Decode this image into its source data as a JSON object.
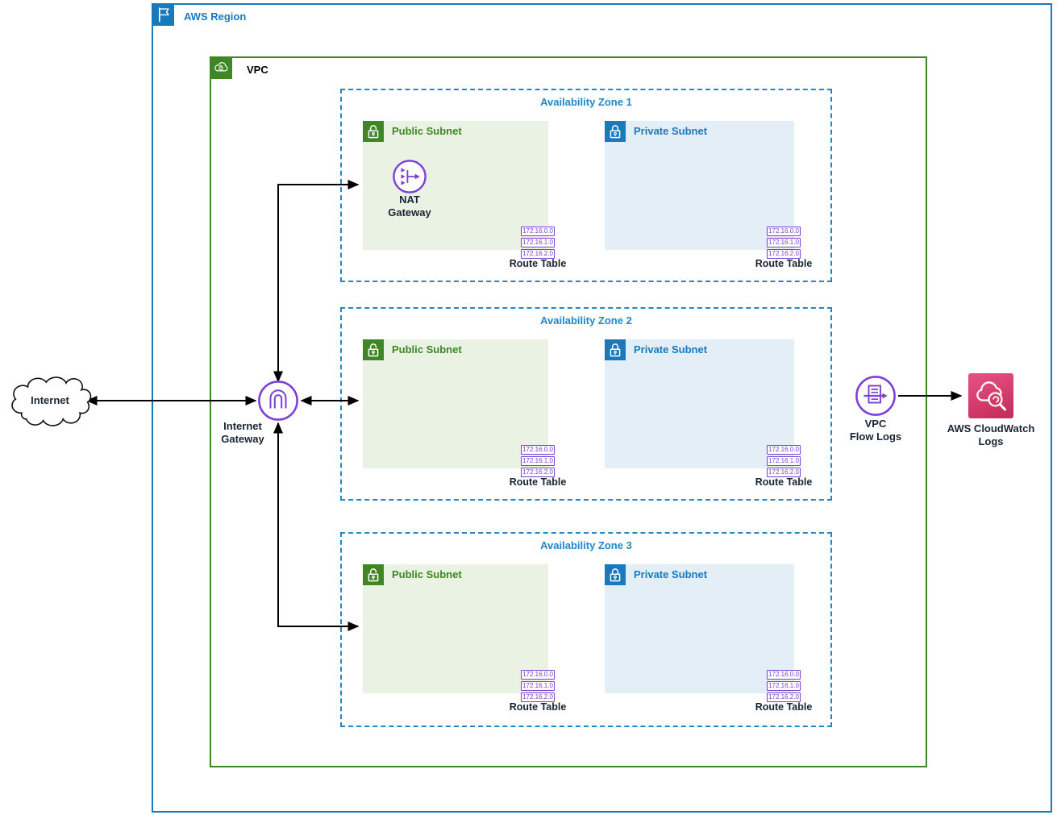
{
  "region": {
    "label": "AWS Region"
  },
  "vpc": {
    "label": "VPC"
  },
  "azs": [
    {
      "label": "Availability Zone 1"
    },
    {
      "label": "Availability Zone 2"
    },
    {
      "label": "Availability Zone 3"
    }
  ],
  "subnets": {
    "public_label": "Public Subnet",
    "private_label": "Private Subnet"
  },
  "route_table": {
    "entries": [
      "172.16.0.0",
      "172.16.1.0",
      "172.16.2.0"
    ],
    "label": "Route Table"
  },
  "nodes": {
    "internet": {
      "label": "Internet"
    },
    "internet_gateway": {
      "line1": "Internet",
      "line2": "Gateway"
    },
    "nat_gateway": {
      "line1": "NAT",
      "line2": "Gateway"
    },
    "vpc_flow_logs": {
      "line1": "VPC",
      "line2": "Flow Logs"
    },
    "cloudwatch_logs": {
      "line1": "AWS CloudWatch",
      "line2": "Logs"
    }
  },
  "colors": {
    "region_blue": "#1879BC",
    "az_blue": "#2287C8",
    "vpc_green": "#3F8624",
    "public_subnet_fill": "#EAF2E3",
    "private_subnet_fill": "#E4EEF7",
    "network_purple": "#7C40D8",
    "cloudwatch_pink": "#D9376E",
    "arrow_black": "#000000",
    "label_dark": "#1A2433"
  }
}
